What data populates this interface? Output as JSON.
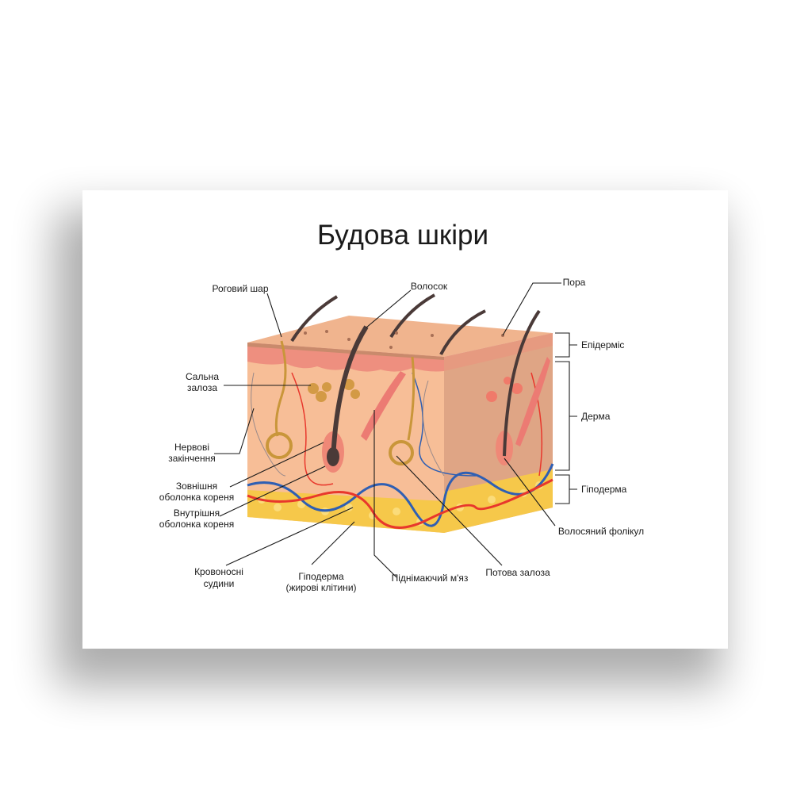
{
  "title": "Будова шкіри",
  "labels": {
    "stratum_corneum": "Роговий шар",
    "hair": "Волосок",
    "pore": "Пора",
    "epidermis": "Епідерміс",
    "dermis": "Дерма",
    "hypodermis": "Гіподерма",
    "hair_follicle": "Волосяний фолікул",
    "sweat_gland": "Потова залоза",
    "arrector_muscle": "Піднімаючий м'яз",
    "hypodermis_fat_1": "Гіподерма",
    "hypodermis_fat_2": "(жирові клітини)",
    "blood_vessels_1": "Кровоносні",
    "blood_vessels_2": "судини",
    "inner_root_sheath_1": "Внутрішня",
    "inner_root_sheath_2": "оболонка кореня",
    "outer_root_sheath_1": "Зовнішня",
    "outer_root_sheath_2": "оболонка кореня",
    "nerve_endings_1": "Нервові",
    "nerve_endings_2": "закінчення",
    "sebaceous_gland_1": "Сальна",
    "sebaceous_gland_2": "залоза"
  },
  "colors": {
    "skin_top": "#f0b48e",
    "epidermis": "#ee8f7f",
    "dermis_front": "#f7be97",
    "dermis_side": "#dfa585",
    "fat": "#f6c84a",
    "artery": "#e8372c",
    "vein": "#2f5fb3",
    "hair": "#4a3a38",
    "gland": "#c9963a"
  }
}
